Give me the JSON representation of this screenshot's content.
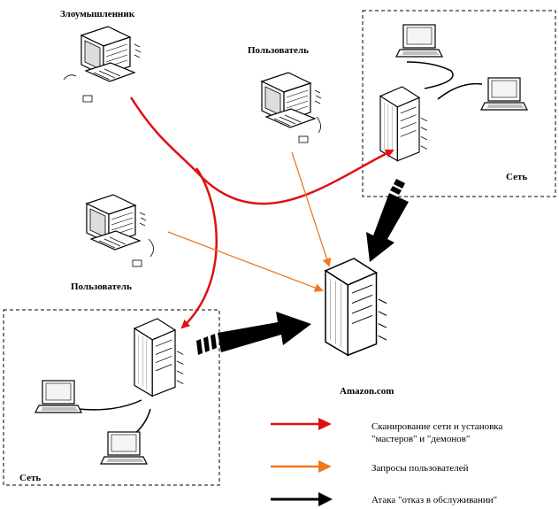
{
  "nodes": {
    "attacker": "Злоумышленник",
    "user_top": "Пользователь",
    "user_left": "Пользователь",
    "network_top_right": "Сеть",
    "network_bottom_left": "Сеть",
    "target": "Amazon.com"
  },
  "legend": [
    {
      "line1": "Сканирование сети и установка",
      "line2": "\"мастеров\" и \"демонов\"",
      "color": "#e01010"
    },
    {
      "line1": "Запросы пользователей",
      "line2": "",
      "color": "#f07820"
    },
    {
      "line1": "Атака \"отказ в обслуживании\"",
      "line2": "",
      "color": "#000000"
    }
  ]
}
